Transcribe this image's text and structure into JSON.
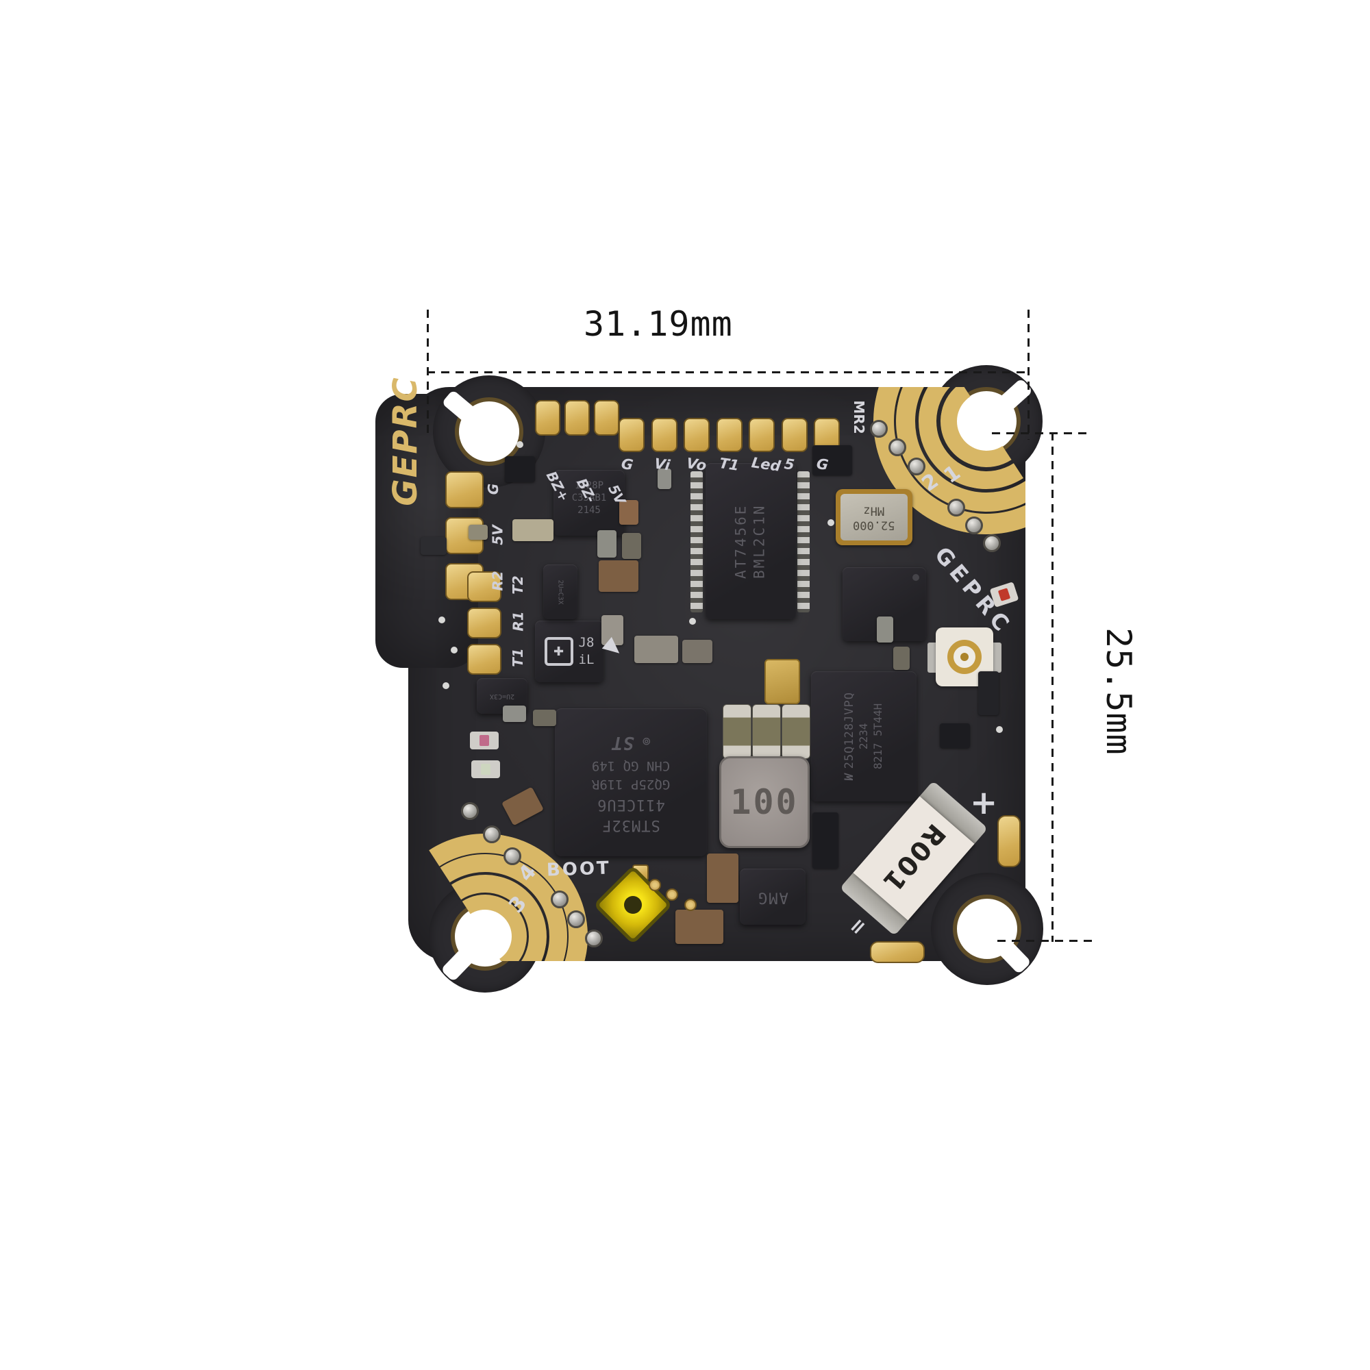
{
  "annotations": {
    "width_label": "31.19mm",
    "height_label": "25.5mm"
  },
  "silkscreen": {
    "brand_left": "GEPRC",
    "brand_right": "GEPRC",
    "boot": "BOOT",
    "uart_pad_label": "MR2",
    "battery_plus": "+",
    "battery_minus": "=",
    "motor1": "1",
    "motor2": "2",
    "motor3": "3",
    "motor4": "4",
    "bz_pads": [
      "BZ+",
      "BZ-",
      "5V"
    ],
    "top_pads": [
      "G",
      "Vi",
      "Vo",
      "T1",
      "Led",
      "5",
      "G"
    ],
    "left_pads_upper": [
      "G",
      "5V",
      "R2"
    ],
    "left_pads_lower": [
      "T2",
      "R1",
      "T1"
    ]
  },
  "components": {
    "osd_chip": {
      "lines": [
        "AT7456E",
        "BML2C1N"
      ]
    },
    "crystal": {
      "freq": "52.000",
      "unit": "MHz"
    },
    "mcu": {
      "logo": "ST",
      "pin_mark": "⊚",
      "lines": [
        "STM32F",
        "411CEU6",
        "GQ25P 119R",
        "CHN GQ 149"
      ]
    },
    "flash": {
      "logo": "W",
      "lines": [
        "25Q128JVPQ",
        "2234",
        "8217 5T44H"
      ]
    },
    "regulator": {
      "lines": [
        "1428P",
        "C35AB1",
        "2145"
      ]
    },
    "baro": {
      "logo": "✚",
      "lines": [
        "J8",
        "iL"
      ]
    },
    "sot23_marking": "2U=C3X",
    "inductor_value": "100",
    "shunt_value": "R001",
    "pmu_marking": "AMG"
  }
}
